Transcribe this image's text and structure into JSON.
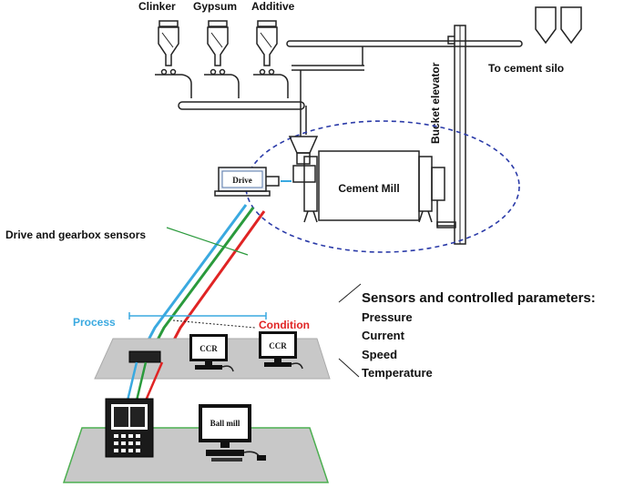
{
  "top": {
    "hoppers": [
      {
        "label": "Clinker"
      },
      {
        "label": "Gypsum"
      },
      {
        "label": "Additive"
      }
    ],
    "silo_label": "To cement silo",
    "elevator_label": "Bucket elevator"
  },
  "mill": {
    "drive_label": "Drive",
    "mill_label": "Cement Mill",
    "sensor_callout": "Drive and gearbox sensors"
  },
  "control": {
    "process_label": "Process",
    "condition_label": "Condition",
    "ccr_left": "CCR",
    "ccr_right": "CCR",
    "ball_mill_label": "Ball mill"
  },
  "parameters": {
    "title": "Sensors and controlled parameters:",
    "items": [
      "Pressure",
      "Current",
      "Speed",
      "Temperature"
    ]
  },
  "colors": {
    "process_blue": "#3aa9e0",
    "sensor_green": "#2a9a3c",
    "condition_red": "#e02424",
    "ellipse_blue": "#2a3aa8",
    "platform_grey": "#c8c8c8",
    "floor_green_border": "#4caf50"
  }
}
